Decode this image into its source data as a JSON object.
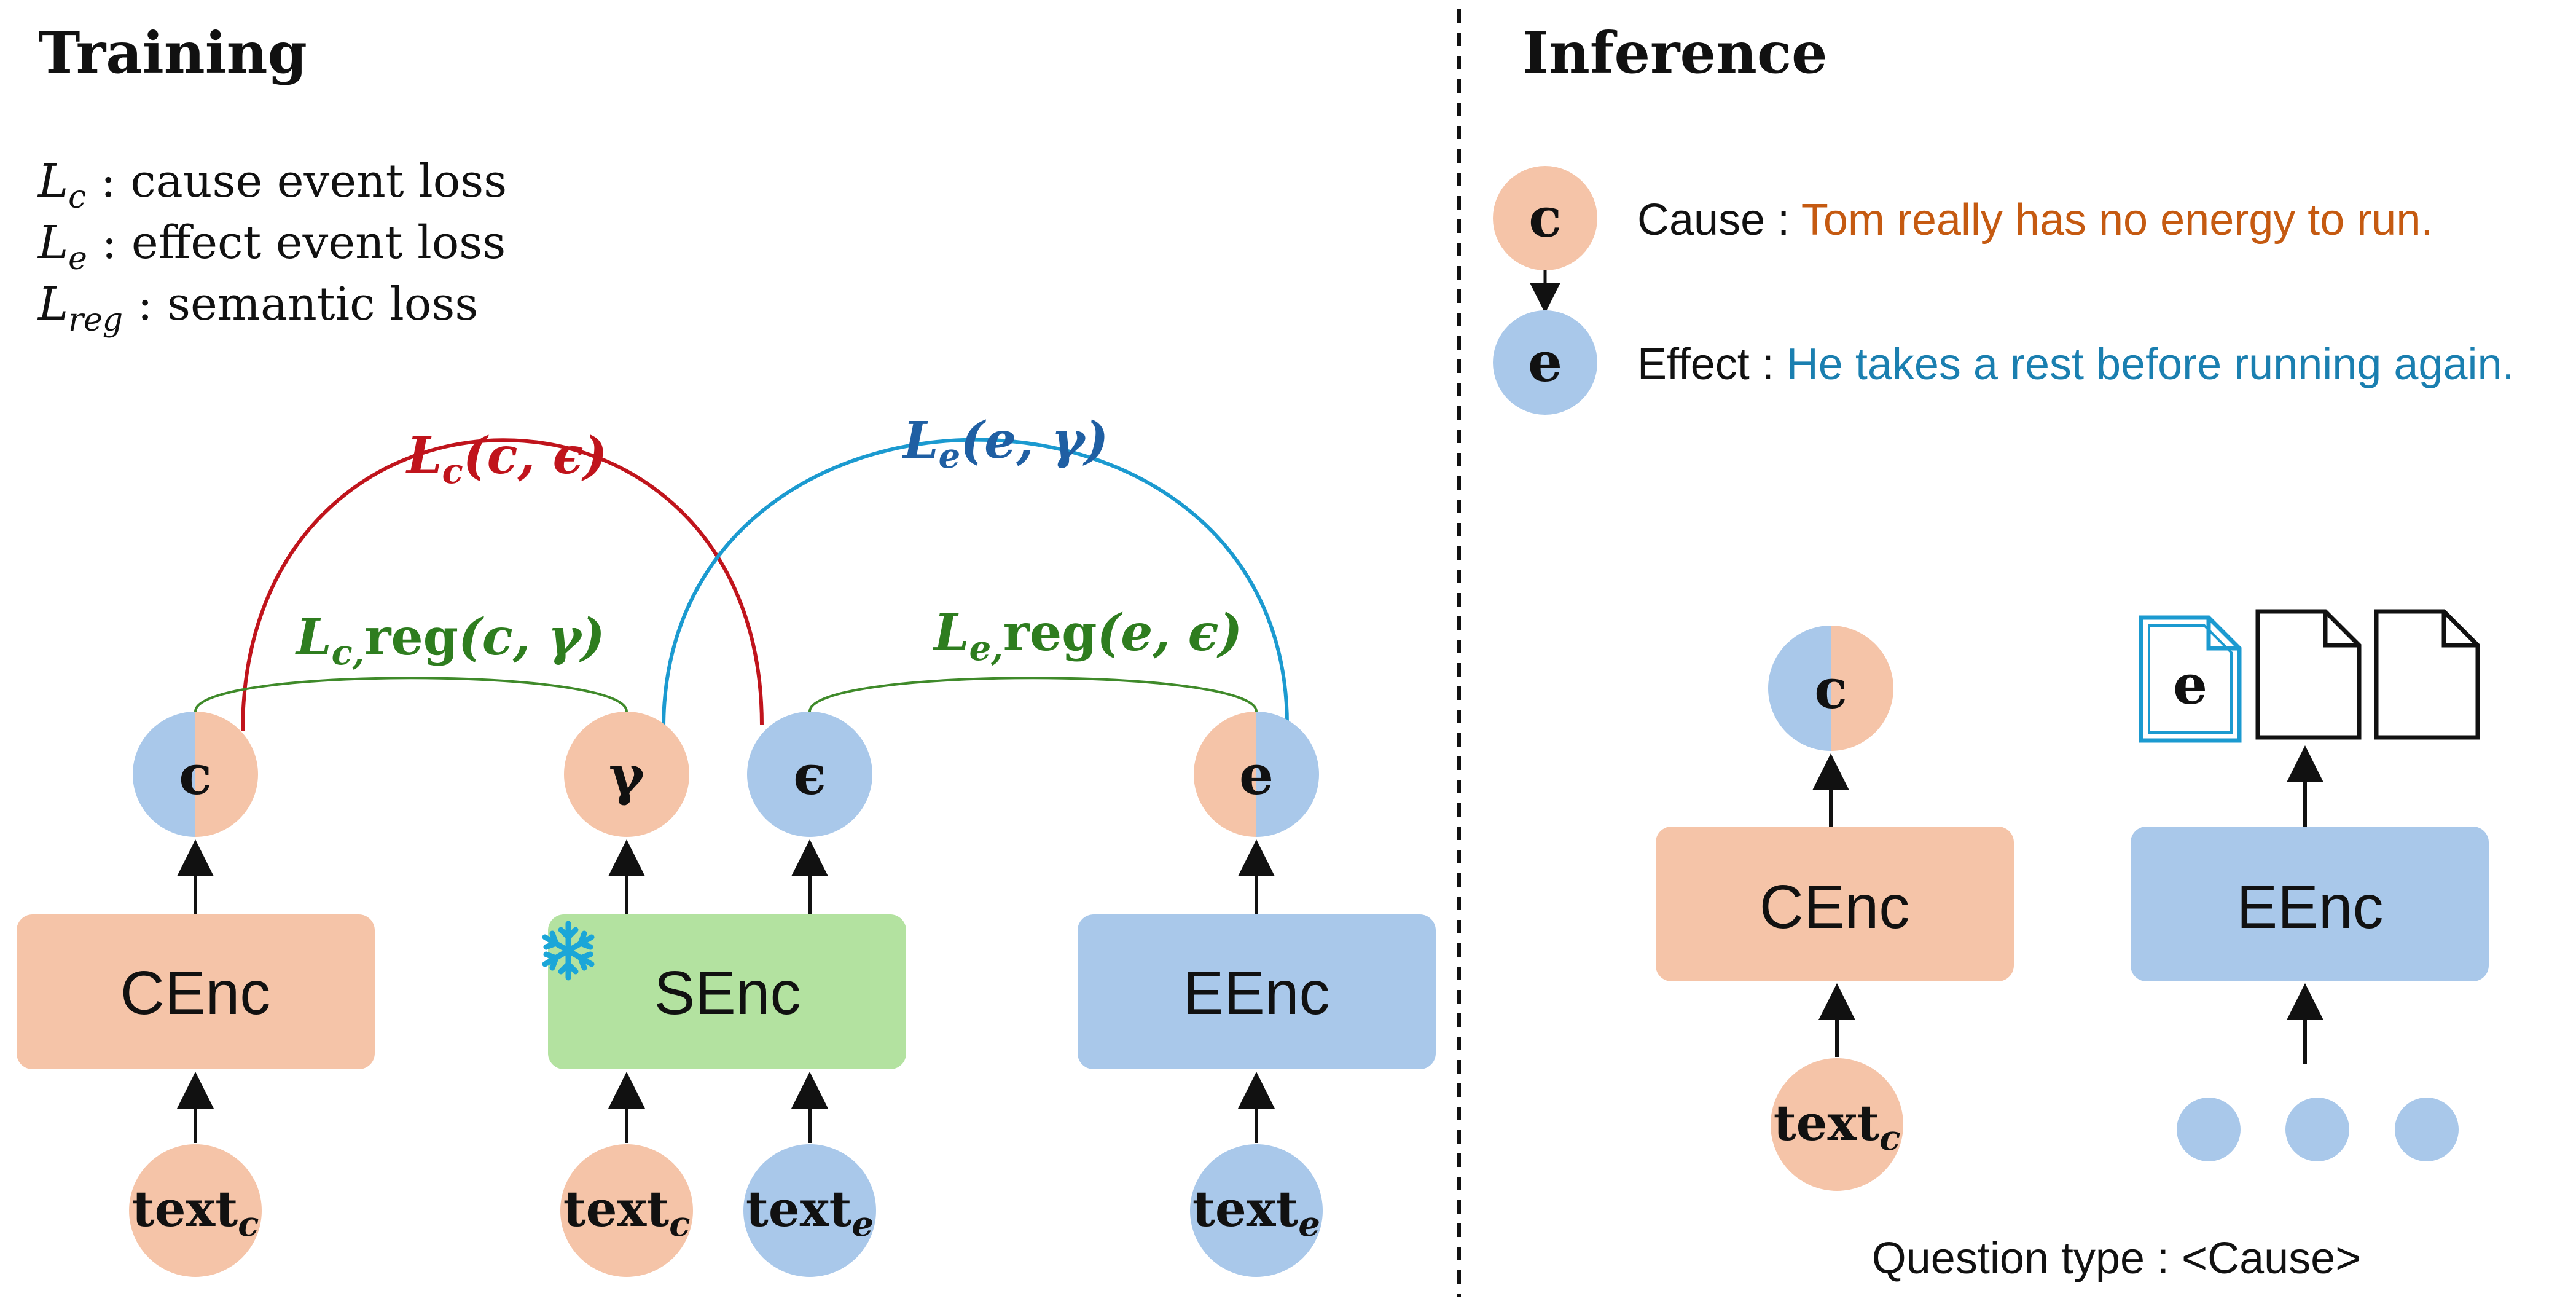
{
  "colors": {
    "cause_fill": "#f5c4a8",
    "effect_fill": "#a9c8ea",
    "semantic_fill": "#b3e2a0",
    "loss_c": "#c0141c",
    "loss_e": "#1b9ad0",
    "loss_reg": "#3f8a2a",
    "label_c_red": "#c0141c",
    "label_e_blue": "#1f5fa3",
    "label_green": "#2e7d1f",
    "cause_text": "#c55a11",
    "effect_text": "#1a7fb0"
  },
  "training": {
    "title": "Training",
    "legend": [
      {
        "symbol": "L",
        "sub": "c",
        "text": " : cause event loss"
      },
      {
        "symbol": "L",
        "sub": "e",
        "text": " : effect event loss"
      },
      {
        "symbol": "L",
        "sub": "reg",
        "text": " : semantic loss"
      }
    ],
    "encoders": {
      "cenc": "CEnc",
      "senc": "SEnc",
      "eenc": "EEnc"
    },
    "nodes": {
      "c": "c",
      "gamma": "γ",
      "epsilon": "ϵ",
      "e": "e"
    },
    "inputs": {
      "text_base": "text",
      "sub_c": "c",
      "sub_e": "e"
    },
    "losses": {
      "lc_main": "L",
      "lc_sub": "c",
      "lc_args": "(c, ϵ)",
      "le_main": "L",
      "le_sub": "e",
      "le_args": "(e, γ)",
      "lcreg_main": "L",
      "lcreg_sub": "c,",
      "lcreg_reg": "reg",
      "lcreg_args": "(c, γ)",
      "lereg_main": "L",
      "lereg_sub": "e,",
      "lereg_reg": "reg",
      "lereg_args": "(e, ϵ)"
    },
    "frozen_icon": "snowflake-icon"
  },
  "inference": {
    "title": "Inference",
    "cause_node": "c",
    "effect_node": "e",
    "cause_label": "Cause : ",
    "cause_sentence": "Tom really has no energy to run.",
    "effect_label": "Effect : ",
    "effect_sentence": "He takes a rest before running again.",
    "encoders": {
      "cenc": "CEnc",
      "eenc": "EEnc"
    },
    "c_output": "c",
    "doc_label": "e",
    "doc_icon": "document-icon",
    "input_base": "text",
    "input_sub": "c",
    "question": "Question type : <Cause>"
  }
}
